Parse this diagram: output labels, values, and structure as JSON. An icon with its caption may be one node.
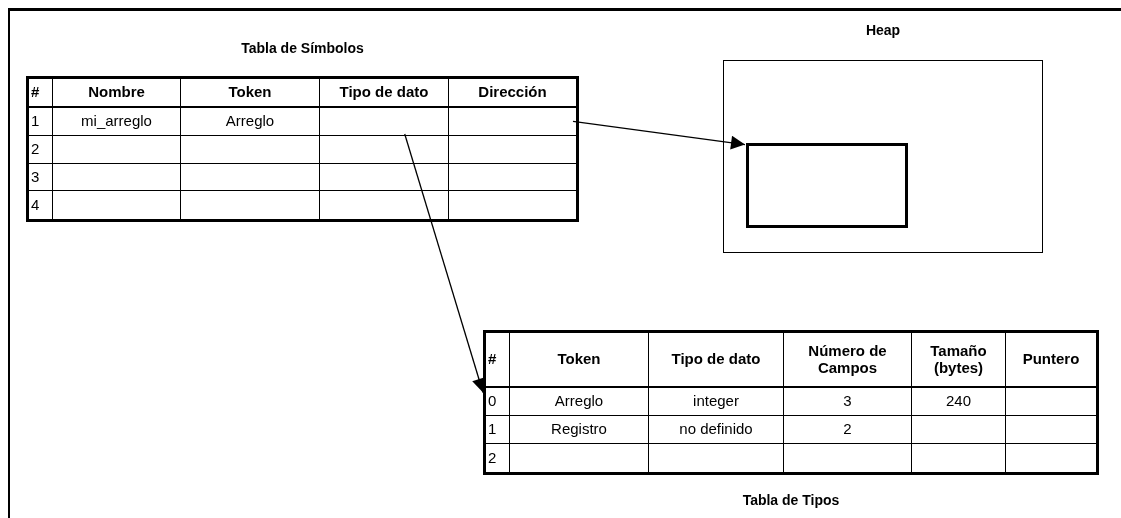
{
  "diagram": {
    "nodes": [
      {
        "text": [
          "Tabla de Símbolos"
        ]
      },
      {
        "text": [],
        "shape": "box",
        "in": 0
      },
      {
        "text": [],
        "shape": "box",
        "in": 0
      },
      {
        "text": [
          "Heap"
        ]
      },
      {
        "text": [],
        "shape": "box",
        "in": 3
      },
      {
        "text": [
          "Tabla de Tipos"
        ]
      }
    ],
    "edges": [
      {
        "from": 2,
        "to": 4,
        "arrow": "to"
      },
      {
        "from": 1,
        "to": 5,
        "arrow": "to"
      }
    ],
    "labels": [
      "#",
      "Nombre",
      "Token",
      "Tipo de dato",
      "Dirección",
      "1",
      "mi_arreglo",
      "Arreglo",
      "2",
      "3",
      "4",
      "#",
      "Token",
      "Tipo de dato",
      "Número de Campos",
      "Tamaño (bytes)",
      "Puntero",
      "0",
      "Arreglo",
      "integer",
      "3",
      "240",
      "1",
      "Registro",
      "no definido",
      "2",
      "2"
    ]
  }
}
